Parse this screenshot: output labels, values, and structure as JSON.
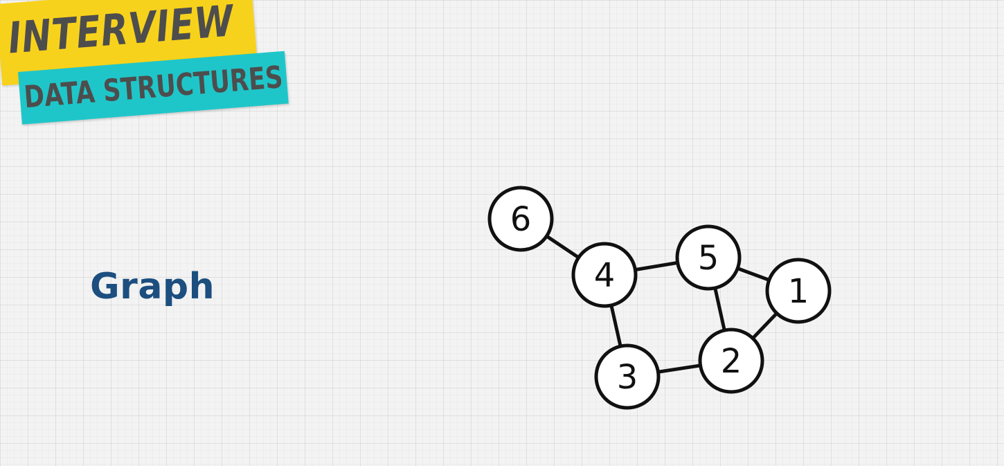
{
  "badge": {
    "title": "INTERVIEW",
    "subtitle": "DATA STRUCTURES",
    "title_bg": "#f7d21c",
    "subtitle_bg": "#1fc6c9",
    "text_color": "#4d4d4d"
  },
  "section": {
    "label": "Graph",
    "color": "#1c4e7f"
  },
  "graph": {
    "nodes": [
      {
        "id": "1"
      },
      {
        "id": "2"
      },
      {
        "id": "3"
      },
      {
        "id": "4"
      },
      {
        "id": "5"
      },
      {
        "id": "6"
      }
    ],
    "edges": [
      [
        "6",
        "4"
      ],
      [
        "4",
        "5"
      ],
      [
        "4",
        "3"
      ],
      [
        "5",
        "1"
      ],
      [
        "5",
        "2"
      ],
      [
        "1",
        "2"
      ],
      [
        "3",
        "2"
      ]
    ],
    "node_fill": "#ffffff",
    "stroke_color": "#111111"
  }
}
